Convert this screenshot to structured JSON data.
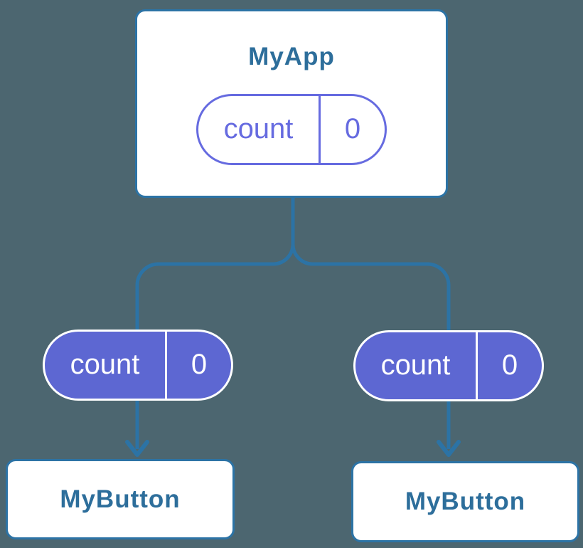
{
  "colors": {
    "background": "#4C6670",
    "line": "#2C73A5",
    "title": "#2D6E9B",
    "purple": "#666BE0",
    "purple_fill": "#5D67D2",
    "pill_text_on_fill": "#FFFFFF"
  },
  "tree": {
    "root": {
      "title": "MyApp",
      "prop": {
        "name": "count",
        "value": "0"
      }
    },
    "children": [
      {
        "title": "MyButton",
        "prop": {
          "name": "count",
          "value": "0"
        }
      },
      {
        "title": "MyButton",
        "prop": {
          "name": "count",
          "value": "0"
        }
      }
    ]
  }
}
